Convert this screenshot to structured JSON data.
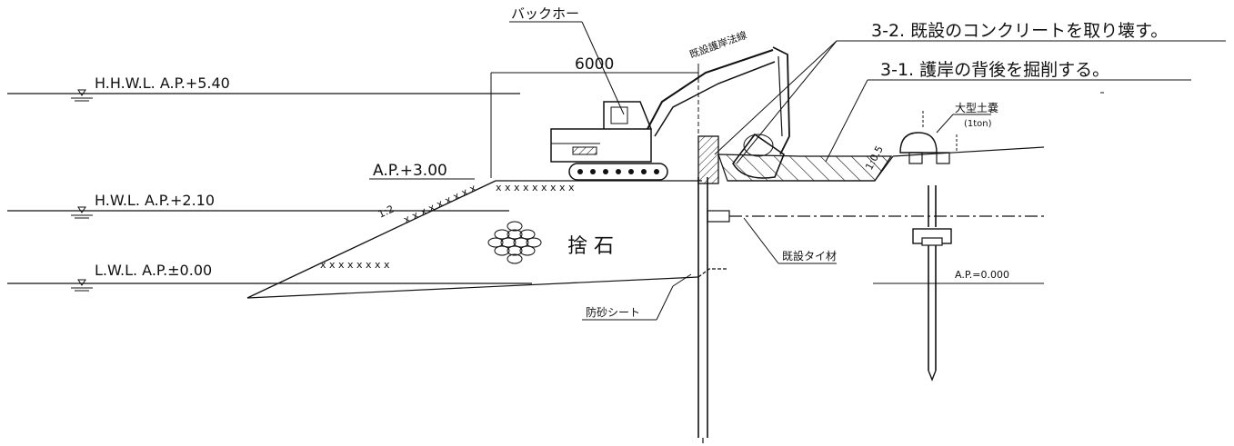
{
  "labels": {
    "backhoe": "バックホー",
    "existing_revetment_line": "既設護岸法線",
    "step_3_2": "3-2. 既設のコンクリートを取り壊す。",
    "step_3_1": "3-1. 護岸の背後を掘削する。",
    "width_dim": "6000",
    "hhwl": "H.H.W.L. A.P.+5.40",
    "ap_300": "A.P.+3.00",
    "hwl": "H.W.L. A.P.+2.10",
    "lwl": "L.W.L. A.P.±0.00",
    "slope_1_2": "1:2",
    "slope_1_05": "1:0.5",
    "rubble": "捨 石",
    "tie_rod": "既設タイ材",
    "sand_sheet": "防砂シート",
    "ap_0": "A.P.=0.000",
    "sandbag": "大型土嚢",
    "sandbag_weight": "(1ton)"
  },
  "colors": {
    "ink": "#111111",
    "paper": "#ffffff"
  }
}
